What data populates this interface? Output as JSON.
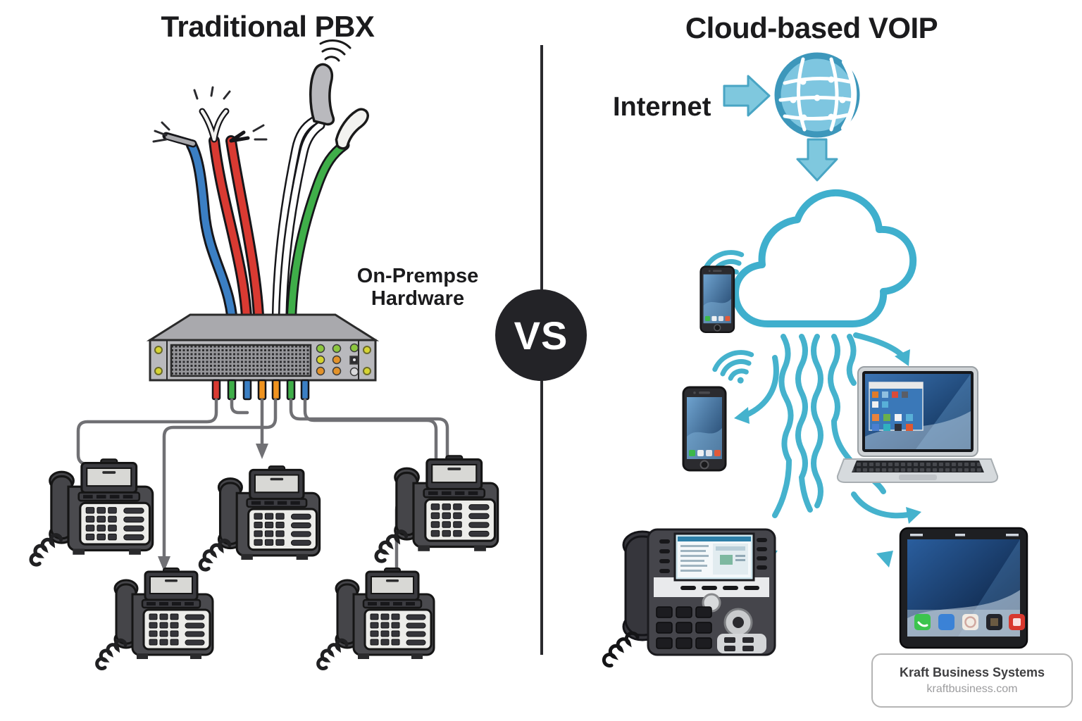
{
  "left": {
    "title": "Traditional PBX",
    "hardware_label": {
      "line1": "On-Prempse",
      "line2": "Hardware"
    },
    "phone_count": 5
  },
  "center": {
    "vs_label": "VS"
  },
  "right": {
    "title": "Cloud-based VOIP",
    "internet_label": "Internet"
  },
  "attribution": {
    "company_name": "Kraft Business Systems",
    "website": "kraftbusiness.com"
  },
  "icons": [
    "frayed-wire-icon",
    "handset-icon",
    "wifi-icon",
    "pbx-rack-icon",
    "desk-phone-icon",
    "vs-badge",
    "globe-icon",
    "arrow-right-icon",
    "arrow-down-icon",
    "cloud-icon",
    "wavy-stream-icon",
    "smartphone-icon",
    "laptop-icon",
    "ip-phone-icon",
    "tablet-icon"
  ],
  "colors": {
    "accent_teal": "#45b2cd",
    "teal_fill": "#7fc8de",
    "wire_blue": "#3b7fc4",
    "wire_red": "#d93a32",
    "wire_green": "#3fae49",
    "connector_orange": "#f0931f",
    "pbx_gray": "#b9b9bd",
    "device_dark": "#4a4a4e",
    "divider_black": "#2a2a2e"
  }
}
